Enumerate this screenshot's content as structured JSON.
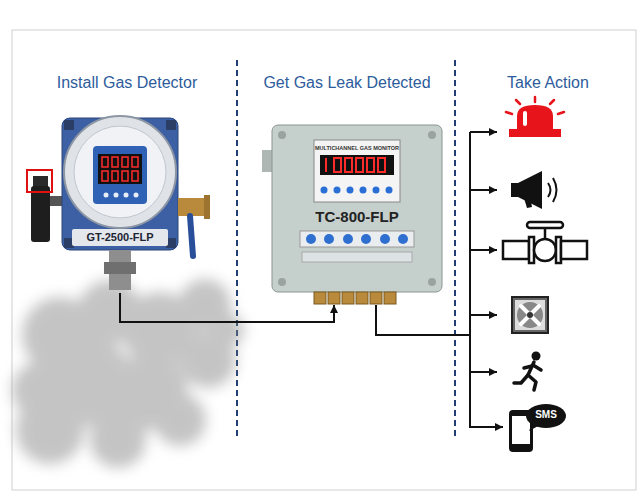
{
  "diagram": {
    "nodes": [
      {
        "text": [
          "GT-2500-FLP"
        ]
      },
      {
        "text": [
          "MULTICHANNEL GAS MONITOR",
          "TC-800-FLP"
        ]
      },
      {
        "text": [
          "SMS"
        ]
      }
    ],
    "edges": [
      {
        "from": 0,
        "to": 1,
        "arrow": "to"
      },
      {
        "from": 1,
        "to": 2,
        "arrow": "to"
      }
    ],
    "labels": [
      "Install Gas Detector",
      "Get Gas Leak Detected",
      "Take Action"
    ]
  }
}
